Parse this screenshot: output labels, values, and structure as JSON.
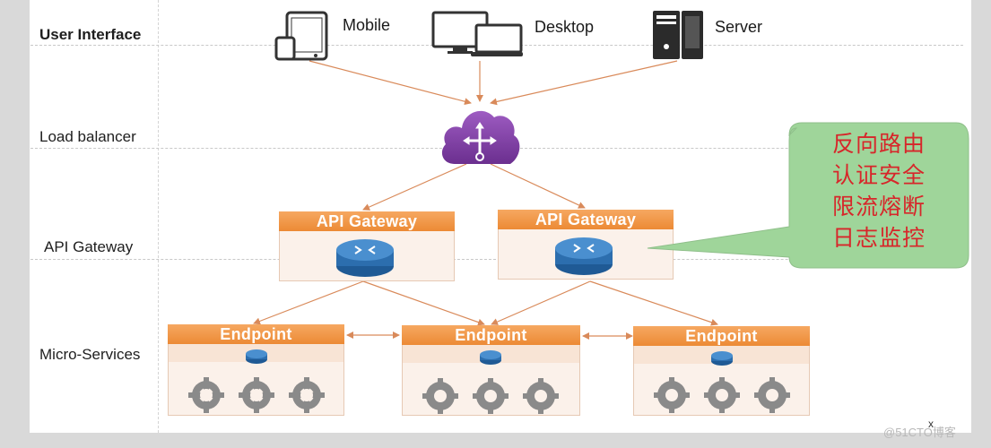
{
  "layers": {
    "user_interface": "User Interface",
    "load_balancer": "Load balancer",
    "api_gateway": "API Gateway",
    "micro_services": "Micro-Services"
  },
  "clients": {
    "mobile": "Mobile",
    "desktop": "Desktop",
    "server": "Server"
  },
  "gateways": [
    "API Gateway",
    "API Gateway"
  ],
  "endpoints": [
    "Endpoint",
    "Endpoint",
    "Endpoint"
  ],
  "callout": {
    "lines": [
      "反向路由",
      "认证安全",
      "限流熔断",
      "日志监控"
    ],
    "text_color": "#d7262a",
    "fill_color": "#9fd59a"
  },
  "colors": {
    "box_header": "#ec8a35",
    "arrow": "#d98a5a",
    "load_balancer": "#7b3fa0",
    "router": "#3a7bbf"
  },
  "watermark": "@51CTO博客",
  "close_label": "x"
}
